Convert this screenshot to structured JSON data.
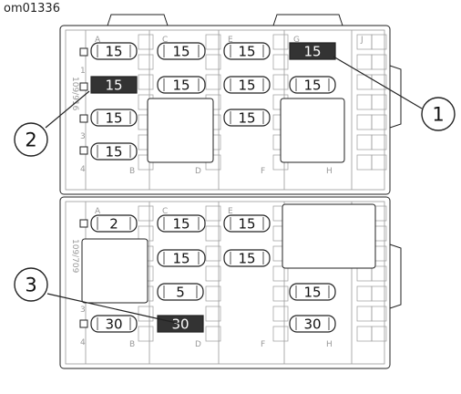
{
  "figure_code": "om01336",
  "colors": {
    "stroke": "#222222",
    "light_stroke": "#9a9a9a",
    "highlight_fill": "#333333",
    "highlight_text": "#ffffff",
    "fuse_fill": "#ffffff",
    "fuse_text": "#111111"
  },
  "upper_block": {
    "column_letters": [
      "A",
      "C",
      "E",
      "G",
      "J"
    ],
    "bottom_letters": [
      "B",
      "D",
      "F",
      "H"
    ],
    "row_numbers": [
      "1",
      "3",
      "4"
    ],
    "side_code": "109/916",
    "fuses": [
      {
        "value": "15",
        "highlighted": false
      },
      {
        "value": "15",
        "highlighted": false
      },
      {
        "value": "15",
        "highlighted": false
      },
      {
        "value": "15",
        "highlighted": true
      },
      {
        "value": "15",
        "highlighted": true
      },
      {
        "value": "15",
        "highlighted": false
      },
      {
        "value": "15",
        "highlighted": false
      },
      {
        "value": "15",
        "highlighted": false
      },
      {
        "value": "15",
        "highlighted": false
      },
      {
        "value": "15",
        "highlighted": false
      },
      {
        "value": "15",
        "highlighted": false
      }
    ]
  },
  "lower_block": {
    "column_letters": [
      "A",
      "C",
      "E"
    ],
    "bottom_letters": [
      "B",
      "D",
      "F",
      "H"
    ],
    "row_numbers": [
      "3",
      "4"
    ],
    "side_code": "109/709",
    "fuses": [
      {
        "value": "2",
        "highlighted": false
      },
      {
        "value": "15",
        "highlighted": false
      },
      {
        "value": "15",
        "highlighted": false
      },
      {
        "value": "15",
        "highlighted": false
      },
      {
        "value": "15",
        "highlighted": false
      },
      {
        "value": "5",
        "highlighted": false
      },
      {
        "value": "15",
        "highlighted": false
      },
      {
        "value": "30",
        "highlighted": false
      },
      {
        "value": "30",
        "highlighted": true
      },
      {
        "value": "30",
        "highlighted": false
      }
    ]
  },
  "callouts": [
    {
      "label": "1"
    },
    {
      "label": "2"
    },
    {
      "label": "3"
    }
  ]
}
